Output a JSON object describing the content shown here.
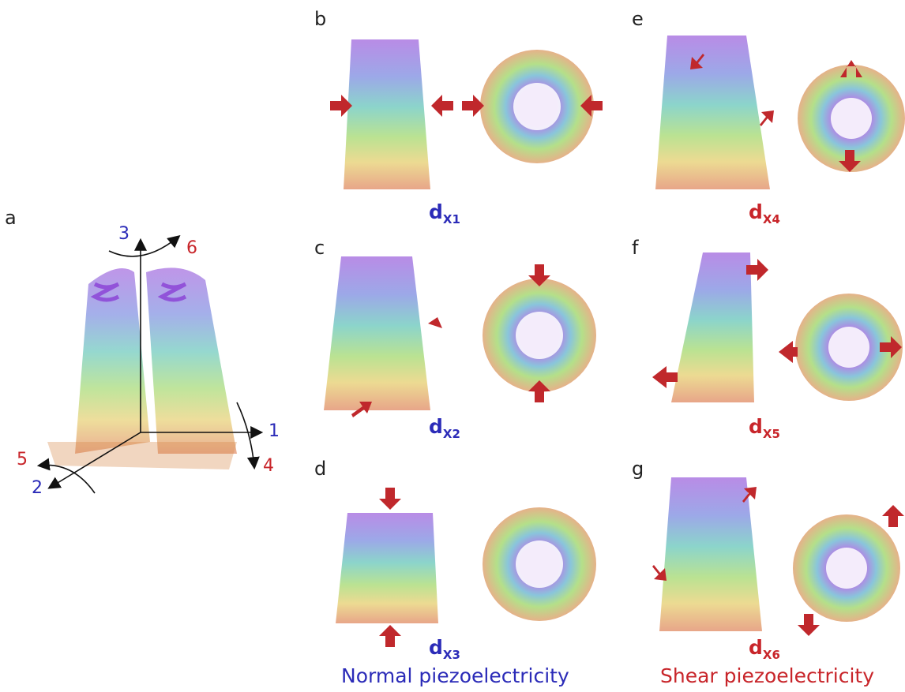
{
  "panels": {
    "a": "a",
    "b": "b",
    "c": "c",
    "d": "d",
    "e": "e",
    "f": "f",
    "g": "g"
  },
  "axes": {
    "ax1": "1",
    "ax2": "2",
    "ax3": "3",
    "ax4": "4",
    "ax5": "5",
    "ax6": "6"
  },
  "coefficients": {
    "x1": {
      "d": "d",
      "sub": "X1"
    },
    "x2": {
      "d": "d",
      "sub": "X2"
    },
    "x3": {
      "d": "d",
      "sub": "X3"
    },
    "x4": {
      "d": "d",
      "sub": "X4"
    },
    "x5": {
      "d": "d",
      "sub": "X5"
    },
    "x6": {
      "d": "d",
      "sub": "X6"
    }
  },
  "captions": {
    "normal": "Normal piezoelectricity",
    "shear": "Shear piezoelectricity"
  },
  "colors": {
    "normal": "#2b2bb8",
    "shear": "#c8252a",
    "arrow": "#c0282c"
  }
}
